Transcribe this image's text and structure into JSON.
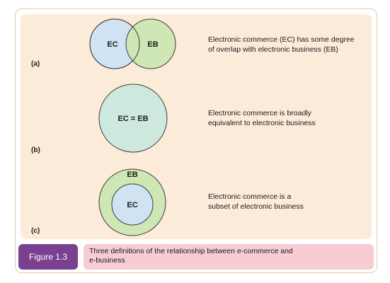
{
  "colors": {
    "panel_bg": "#fdebd9",
    "ec_fill": "#cfe3f3",
    "eb_fill": "#cfe6b5",
    "equal_fill": "#cde8dc",
    "circle_stroke": "#3d3d3d",
    "badge_bg": "#7b3f8f",
    "caption_bg": "#f7cdd3"
  },
  "parts": [
    {
      "label": "(a)",
      "circle_labels": [
        "EC",
        "EB"
      ],
      "description": "Electronic commerce (EC) has some degree\nof overlap with electronic business (EB)"
    },
    {
      "label": "(b)",
      "circle_labels": [
        "EC = EB"
      ],
      "description": "Electronic commerce is broadly\nequivalent to electronic business"
    },
    {
      "label": "(c)",
      "circle_labels": [
        "EB",
        "EC"
      ],
      "description": "Electronic commerce is a\nsubset of electronic business"
    }
  ],
  "figure": {
    "number": "Figure 1.3",
    "caption": "Three definitions of the relationship between e-commerce and\ne-business"
  }
}
